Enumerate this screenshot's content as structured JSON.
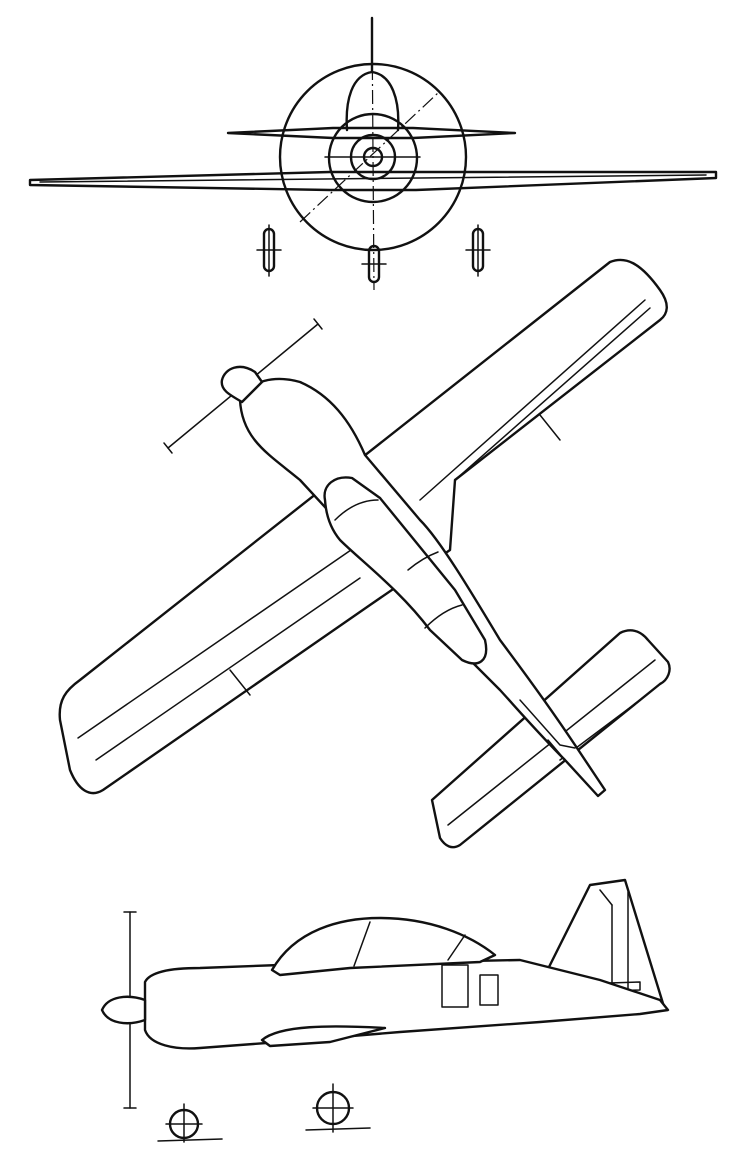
{
  "drawing": {
    "subject": "",
    "views": [
      "front",
      "top",
      "side"
    ],
    "line_color": "#111111",
    "background_color": "#ffffff"
  }
}
